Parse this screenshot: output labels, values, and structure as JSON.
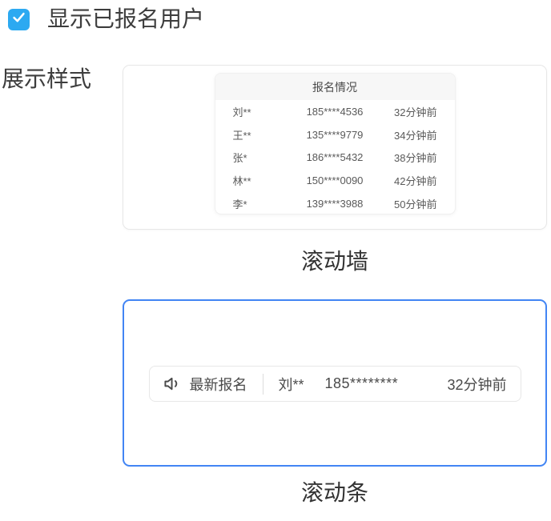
{
  "page": {
    "checkbox": {
      "label": "显示已报名用户",
      "checked": true
    },
    "field_label": "展示样式"
  },
  "options": {
    "wall": {
      "label": "滚动墙",
      "selected": false,
      "preview": {
        "title": "报名情况",
        "rows": [
          {
            "name": "刘**",
            "phone": "185****4536",
            "time": "32分钟前"
          },
          {
            "name": "王**",
            "phone": "135****9779",
            "time": "34分钟前"
          },
          {
            "name": "张*",
            "phone": "186****5432",
            "time": "38分钟前"
          },
          {
            "name": "林**",
            "phone": "150****0090",
            "time": "42分钟前"
          },
          {
            "name": "李*",
            "phone": "139****3988",
            "time": "50分钟前"
          }
        ]
      }
    },
    "bar": {
      "label": "滚动条",
      "selected": true,
      "preview": {
        "icon": "speaker-icon",
        "prefix": "最新报名",
        "name": "刘**",
        "phone": "185********",
        "time": "32分钟前"
      }
    }
  },
  "colors": {
    "checkbox_blue": "#2ca9f1",
    "selected_border_blue": "#4285f4",
    "card_border_gray": "#e7e7e7",
    "table_header_bg": "#f7f7f7",
    "text_dark": "#3d3d3d",
    "text_muted": "#595959"
  }
}
